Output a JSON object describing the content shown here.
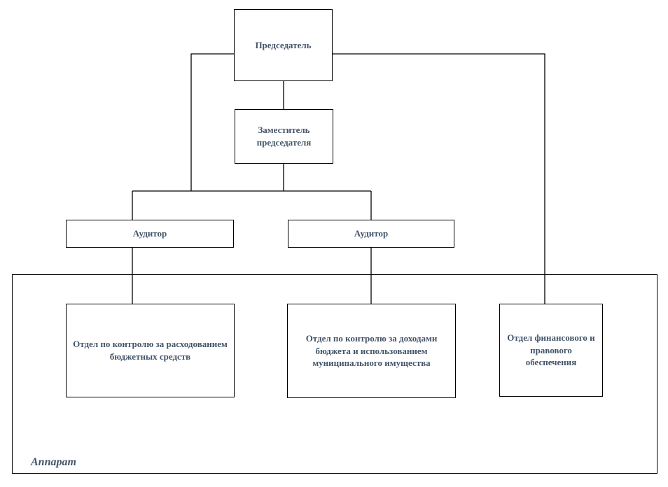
{
  "page": {
    "background_color": "#FFFFFF"
  },
  "palette": {
    "text_color": "#44546A",
    "line_color": "#000000",
    "node_fill_color": "#FFFFFF"
  },
  "org_chart": {
    "nodes": {
      "chairman": {
        "label": "Председатель"
      },
      "deputy_chairman": {
        "label": "Заместитель председателя"
      },
      "auditor_left": {
        "label": "Аудитор"
      },
      "auditor_right": {
        "label": "Аудитор"
      },
      "dept_expenditure_control": {
        "label": "Отдел по контролю за расходованием бюджетных средств"
      },
      "dept_revenue_property_control": {
        "label": "Отдел по контролю за доходами бюджета и использованием муниципального имущества"
      },
      "dept_finance_legal": {
        "label": "Отдел финансового и правового обеспечения"
      },
      "apparatus_group": {
        "label": "Аппарат"
      }
    }
  }
}
